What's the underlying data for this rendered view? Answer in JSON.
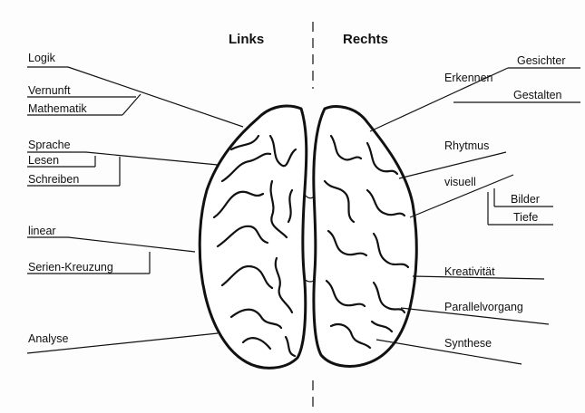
{
  "headings": {
    "left": "Links",
    "right": "Rechts"
  },
  "left_labels": {
    "logik": "Logik",
    "vernunft": "Vernunft",
    "mathematik": "Mathematik",
    "sprache": "Sprache",
    "lesen": "Lesen",
    "schreiben": "Schreiben",
    "linear": "linear",
    "serien": "Serien-Kreuzung",
    "analyse": "Analyse"
  },
  "right_labels": {
    "gesichter": "Gesichter",
    "erkennen": "Erkennen",
    "gestalten": "Gestalten",
    "rhytmus": "Rhytmus",
    "visuell": "visuell",
    "bilder": "Bilder",
    "tiefe": "Tiefe",
    "kreativitaet": "Kreativität",
    "parallelvorgang": "Parallelvorgang",
    "synthese": "Synthese"
  }
}
